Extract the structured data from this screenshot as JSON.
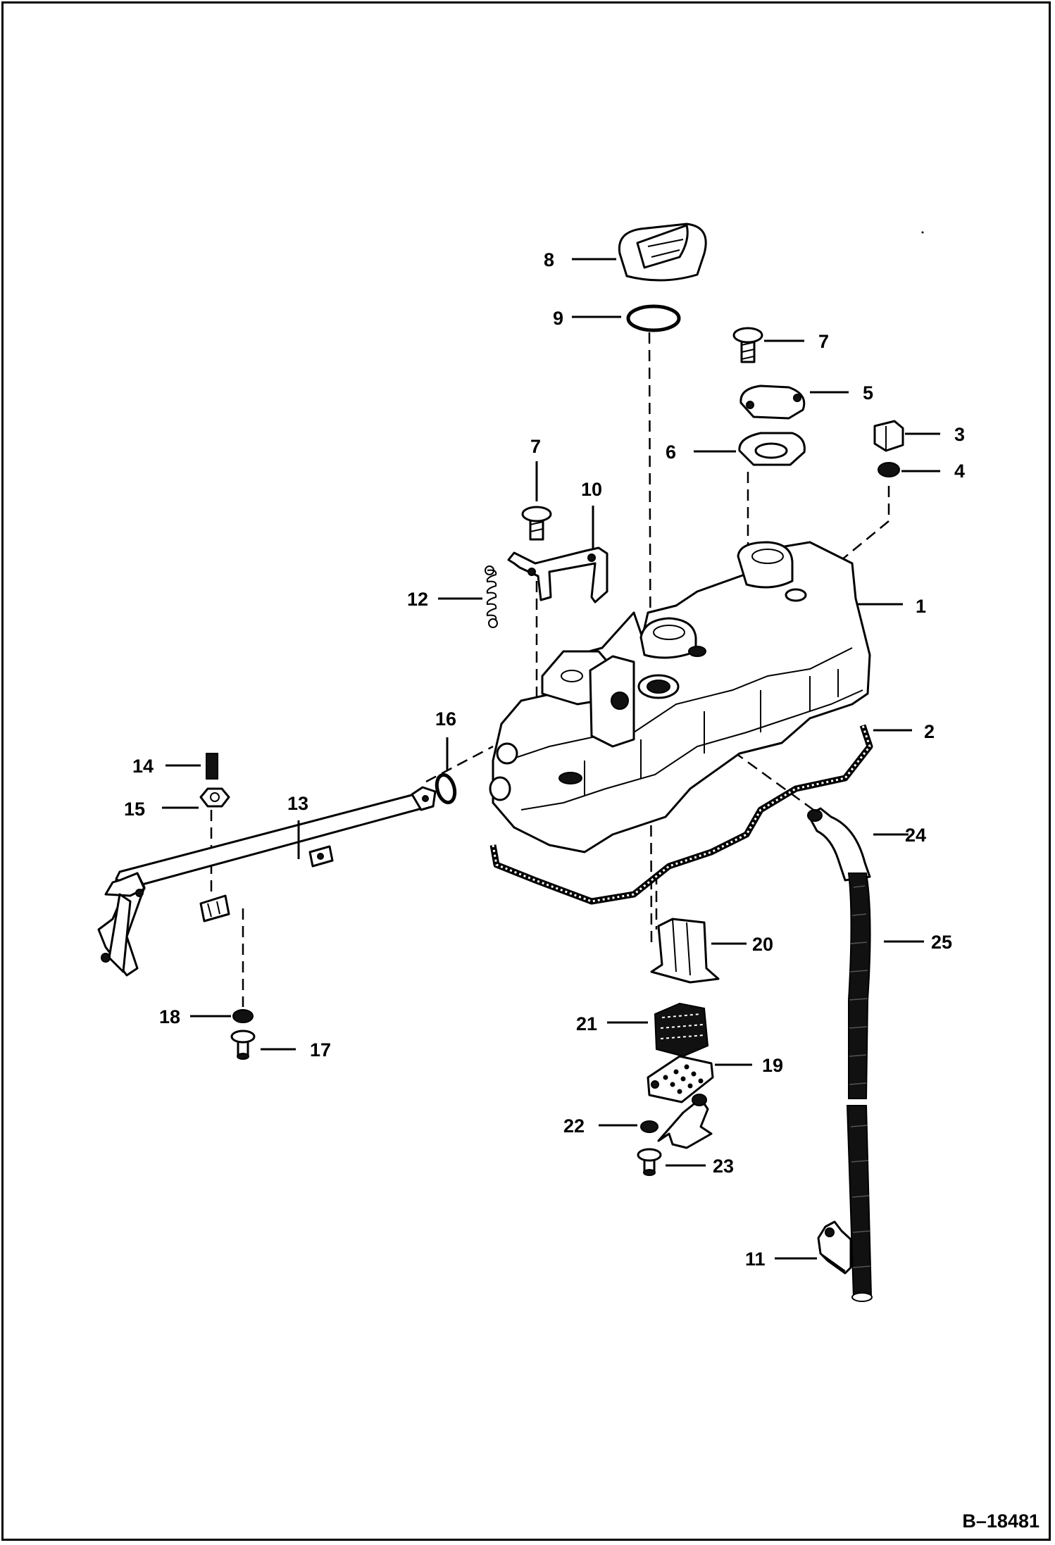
{
  "figure_id": "B–18481",
  "callouts": [
    {
      "id": "1",
      "label": "1"
    },
    {
      "id": "2",
      "label": "2"
    },
    {
      "id": "3",
      "label": "3"
    },
    {
      "id": "4",
      "label": "4"
    },
    {
      "id": "5",
      "label": "5"
    },
    {
      "id": "6",
      "label": "6"
    },
    {
      "id": "7a",
      "label": "7"
    },
    {
      "id": "7b",
      "label": "7"
    },
    {
      "id": "8",
      "label": "8"
    },
    {
      "id": "9",
      "label": "9"
    },
    {
      "id": "10",
      "label": "10"
    },
    {
      "id": "11",
      "label": "11"
    },
    {
      "id": "12",
      "label": "12"
    },
    {
      "id": "13",
      "label": "13"
    },
    {
      "id": "14",
      "label": "14"
    },
    {
      "id": "15",
      "label": "15"
    },
    {
      "id": "16",
      "label": "16"
    },
    {
      "id": "17",
      "label": "17"
    },
    {
      "id": "18",
      "label": "18"
    },
    {
      "id": "19",
      "label": "19"
    },
    {
      "id": "20",
      "label": "20"
    },
    {
      "id": "21",
      "label": "21"
    },
    {
      "id": "22",
      "label": "22"
    },
    {
      "id": "23",
      "label": "23"
    },
    {
      "id": "24",
      "label": "24"
    },
    {
      "id": "25",
      "label": "25"
    }
  ]
}
